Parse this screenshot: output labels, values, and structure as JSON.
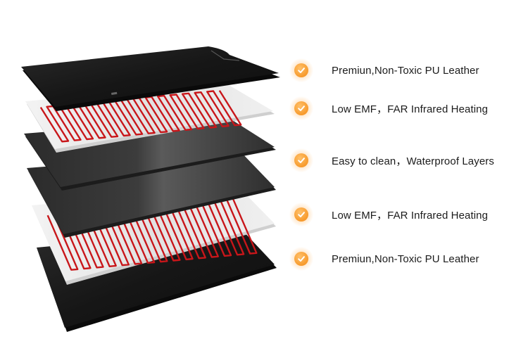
{
  "features": [
    {
      "label": "Premiun,Non-Toxic PU Leather",
      "icon": "check-icon"
    },
    {
      "label": "Low EMF，FAR Infrared Heating",
      "icon": "check-icon"
    },
    {
      "label": "Easy to clean，Waterproof Layers",
      "icon": "check-icon"
    },
    {
      "label": "Low EMF，FAR Infrared Heating",
      "icon": "check-icon"
    },
    {
      "label": "Premiun,Non-Toxic PU Leather",
      "icon": "check-icon"
    }
  ],
  "colors": {
    "accent_orange": "#f79a2c",
    "heating_wire": "#c8161a",
    "leather_black": "#1a1a1a",
    "film_gray": "#3a3a3a",
    "heating_sheet": "#e9e9e9"
  }
}
